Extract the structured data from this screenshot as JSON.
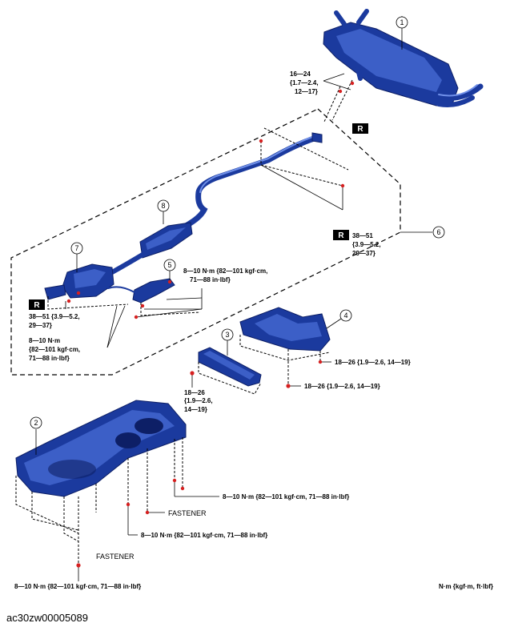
{
  "parts": [
    {
      "num": "1"
    },
    {
      "num": "2"
    },
    {
      "num": "3"
    },
    {
      "num": "4"
    },
    {
      "num": "5"
    },
    {
      "num": "6"
    },
    {
      "num": "7"
    },
    {
      "num": "8"
    }
  ],
  "torques": {
    "t16_24": [
      "16—24",
      "{1.7—2.4,",
      "12—17}"
    ],
    "t38_51_right": [
      "38—51",
      "{3.9—5.2,",
      "29—37}"
    ],
    "t38_51_left": [
      "38—51 {3.9—5.2,",
      "29—37}"
    ],
    "t8_10_part5": [
      "8—10 N·m {82—101 kgf·cm,",
      "71—88 in·lbf}"
    ],
    "t8_10_part7": [
      "8—10 N·m",
      "{82—101 kgf·cm,",
      "71—88 in·lbf}"
    ],
    "t18_26_part4_a": "18—26 {1.9—2.6, 14—19}",
    "t18_26_part4_b": "18—26 {1.9—2.6, 14—19}",
    "t18_26_part3": [
      "18—26",
      "{1.9—2.6,",
      "14—19}"
    ],
    "t8_10_cover_a": "8—10 N·m {82—101 kgf·cm, 71—88 in·lbf}",
    "t8_10_cover_b": "8—10 N·m {82—101 kgf·cm, 71—88 in·lbf}",
    "t8_10_bottom": "8—10 N·m {82—101 kgf·cm, 71—88 in·lbf}"
  },
  "fasteners": [
    "FASTENER",
    "FASTENER"
  ],
  "replace_marks": [
    "R",
    "R",
    "R"
  ],
  "unit_note": "N·m {kgf·m, ft·lbf}",
  "figure_code": "ac30zw00005089",
  "colors": {
    "part_blue": "#1b3a9e",
    "bolt_red": "#d62020",
    "replace_badge": "#000000"
  }
}
